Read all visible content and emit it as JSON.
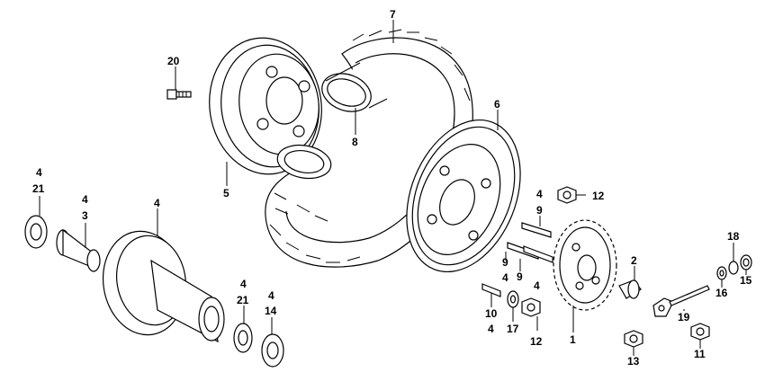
{
  "labels": {
    "tire": "7",
    "wheel_left": "5",
    "wheel_right": "6",
    "tube_flap_top": "8",
    "bolt_20": "20",
    "bearing_left_qty": "4",
    "bearing_left_num": "21",
    "collar_qty": "4",
    "collar_num": "3",
    "hub": "4",
    "bearing_mid_qty": "4",
    "bearing_mid_num": "21",
    "bearing_14_qty": "4",
    "bearing_14_num": "14",
    "stud_9a_qty": "4",
    "stud_9a_num": "9",
    "stud_9b_num": "9",
    "stud_9b_qty": "4",
    "nut_12_top": "12",
    "stud_9c_num": "9",
    "stud_10_num": "10",
    "stud_10_qty": "4",
    "washer_17": "17",
    "nut_12_bottom_qty": "4",
    "nut_12_bottom": "12",
    "sprocket": "1",
    "collar_2": "2",
    "nut_13": "13",
    "adjuster_19": "19",
    "nut_11": "11",
    "washer_16": "16",
    "nut_18": "18",
    "cap_15": "15"
  }
}
